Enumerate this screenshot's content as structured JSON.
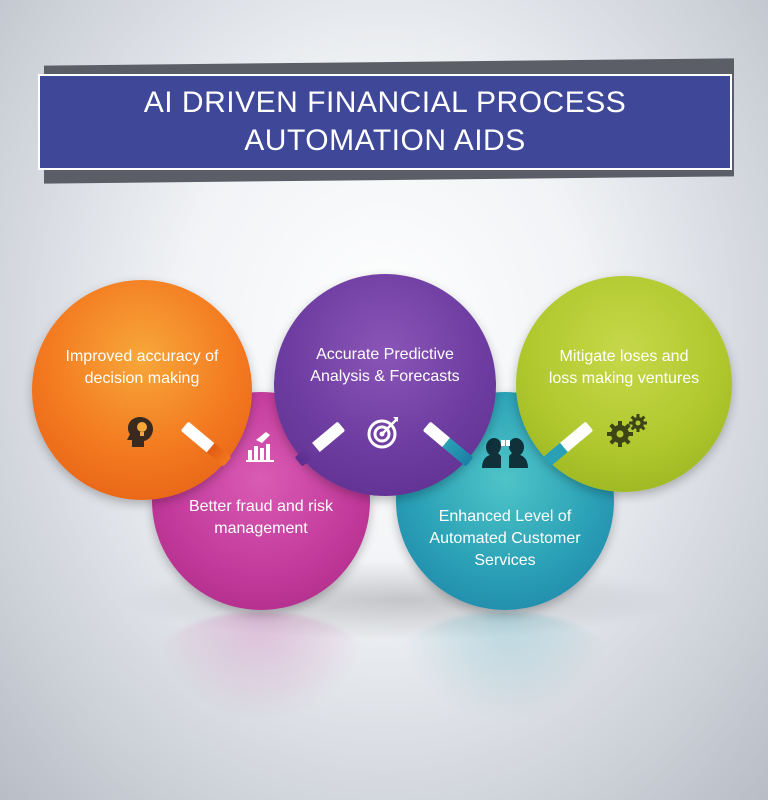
{
  "title": {
    "line1": "AI DRIVEN FINANCIAL PROCESS",
    "line2": "AUTOMATION AIDS"
  },
  "items": [
    {
      "label_line1": "Improved accuracy of",
      "label_line2": "decision making",
      "icon": "brain-lightbulb-icon",
      "color": "#f3781f"
    },
    {
      "label_line1": "Better fraud and risk",
      "label_line2": "management",
      "icon": "hand-bar-chart-icon",
      "color": "#c1389a"
    },
    {
      "label_line1": "Accurate Predictive",
      "label_line2": "Analysis & Forecasts",
      "icon": "target-icon",
      "color": "#6d3ca0"
    },
    {
      "label_line1": "Enhanced Level of",
      "label_line2": "Automated Customer",
      "label_line3": "Services",
      "icon": "people-connect-icon",
      "color": "#2aa0b6"
    },
    {
      "label_line1": "Mitigate loses and",
      "label_line2": "loss making ventures",
      "icon": "gears-icon",
      "color": "#b0c82e"
    }
  ],
  "colors": {
    "banner": "#3f4799",
    "banner_text": "#ffffff"
  }
}
